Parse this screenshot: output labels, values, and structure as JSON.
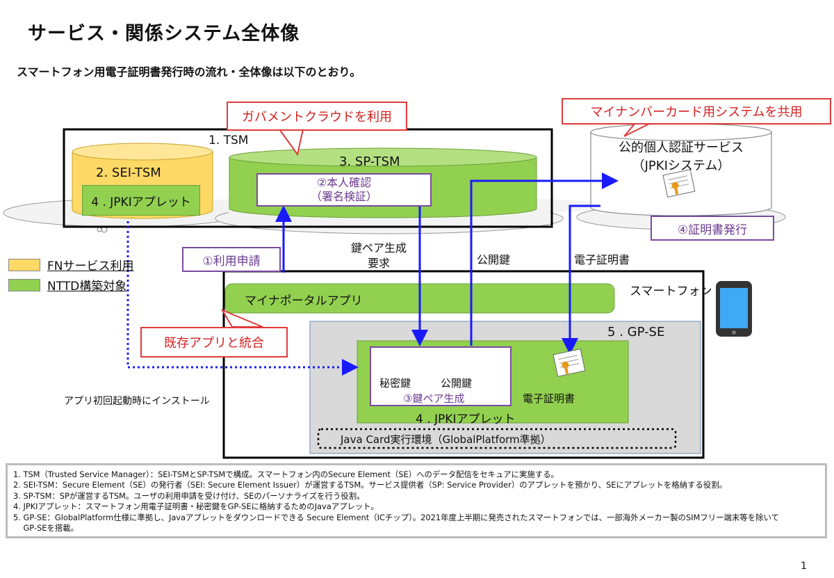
{
  "title": "サービス・関係システム全体像",
  "subtitle": "スマートフォン用電子証明書発行時の流れ・全体像は以下のとおり。",
  "diagram": {
    "tsm_label": "1. TSM",
    "sei_tsm_label": "2. SEI-TSM",
    "jpki_applet_small": "4 . JPKIアプレット",
    "sp_tsm_label": "3. SP-TSM",
    "identity_check_line1": "②本人確認",
    "identity_check_line2": "（署名検証）",
    "callout_gov_cloud": "ガバメントクラウドを利用",
    "callout_mynumber": "マイナンバーカード用システムを共用",
    "jpki_service_line1": "公的個人認証サービス",
    "jpki_service_line2": "（JPKIシステム）",
    "cert_issue": "④証明書発行",
    "usage_request": "①利用申請",
    "keypair_request_line1": "鍵ペア生成",
    "keypair_request_line2": "要求",
    "public_key_label": "公開鍵",
    "certificate_label": "電子証明書",
    "smartphone_label": "スマートフォン",
    "myna_portal_app": "マイナポータルアプリ",
    "callout_existing_app": "既存アプリと統合",
    "gp_se_label": "5 . GP-SE",
    "private_key": "秘密鍵",
    "public_key": "公開鍵",
    "keypair_gen": "③鍵ペア生成",
    "e_certificate": "電子証明書",
    "jpki_applet_big": "4 . JPKIアプレット",
    "java_card_env": "Java Card実行環境（GlobalPlatform準拠）",
    "install_note": "アプリ初回起動時にインストール"
  },
  "legend": [
    {
      "label": "FNサービス利用",
      "color": "#ffd966"
    },
    {
      "label": "NTTD構築対象",
      "color": "#92d050"
    }
  ],
  "footnotes": [
    "1. TSM（Trusted Service Manager）：SEI-TSMとSP-TSMで構成。スマートフォン内のSecure Element（SE）へのデータ配信をセキュアに実施する。",
    "2. SEI-TSM：Secure Element（SE）の発行者（SEI: Secure Element Issuer）が運営するTSM。サービス提供者（SP: Service Provider）のアプレットを預かり、SEにアプレットを格納する役割。",
    "3. SP-TSM：SPが運営するTSM。ユーザの利用申請を受け付け、SEのパーソナライズを行う役割。",
    "4. JPKIアプレット：スマートフォン用電子証明書・秘密鍵をGP-SEに格納するためのJavaアプレット。",
    "5. GP-SE：GlobalPlatform仕様に準拠し、Javaアプレットをダウンロードできる Secure Element（ICチップ）。2021年度上半期に発売されたスマートフォンでは、一部海外メーカー製のSIMフリー端末等を除いて",
    "    GP-SEを搭載。"
  ],
  "page_number": "1",
  "colors": {
    "green": "#92d050",
    "yellow": "#ffd966",
    "blue_arrow": "#1a1aff",
    "purple_border": "#7a4aa0",
    "red_callout": "#e03a3a"
  }
}
